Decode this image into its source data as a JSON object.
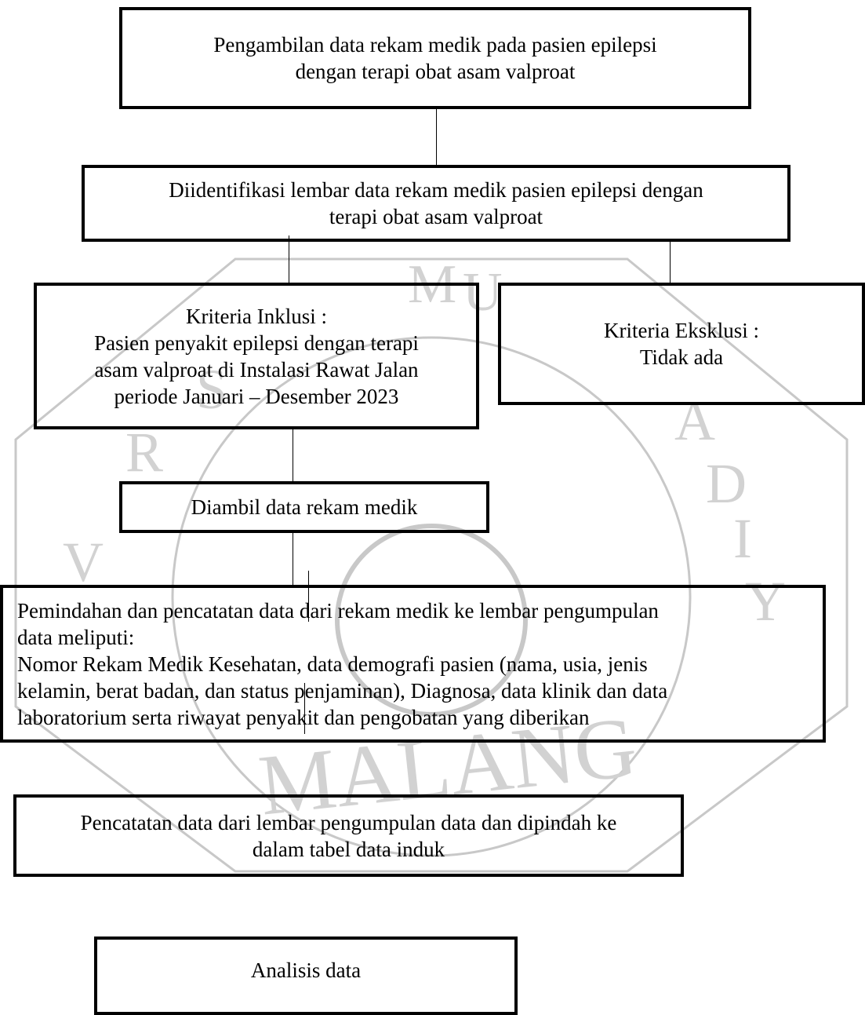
{
  "watermark": {
    "ring_text": [
      "M",
      "U",
      "V",
      "R",
      "S",
      "A",
      "D",
      "I",
      "Y"
    ],
    "bottom_text": "MALANG"
  },
  "boxes": {
    "step1": {
      "lines": [
        "Pengambilan data rekam medik pada pasien epilepsi",
        "dengan terapi obat asam valproat"
      ]
    },
    "step2": {
      "lines": [
        "Diidentifikasi lembar data rekam medik pasien epilepsi dengan",
        "terapi obat asam valproat"
      ]
    },
    "inclusion": {
      "lines": [
        "Kriteria Inklusi :",
        "Pasien penyakit epilepsi dengan terapi",
        "asam valproat di Instalasi Rawat Jalan",
        "periode Januari – Desember 2023"
      ]
    },
    "exclusion": {
      "lines": [
        "Kriteria Eksklusi :",
        "Tidak ada"
      ]
    },
    "step3": {
      "lines": [
        "Diambil data rekam medik"
      ]
    },
    "step4": {
      "lines": [
        "Pemindahan dan pencatatan data dari rekam medik ke lembar pengumpulan",
        "data meliputi:",
        "Nomor Rekam Medik Kesehatan, data demografi pasien (nama, usia, jenis",
        "kelamin, berat badan, dan status penjaminan), Diagnosa, data klinik dan data",
        "laboratorium serta riwayat penyakit dan pengobatan yang diberikan"
      ]
    },
    "step5": {
      "lines": [
        "Pencatatan data dari lembar pengumpulan data dan dipindah ke",
        "dalam tabel data induk"
      ]
    },
    "step6": {
      "lines": [
        "Analisis data"
      ]
    }
  }
}
